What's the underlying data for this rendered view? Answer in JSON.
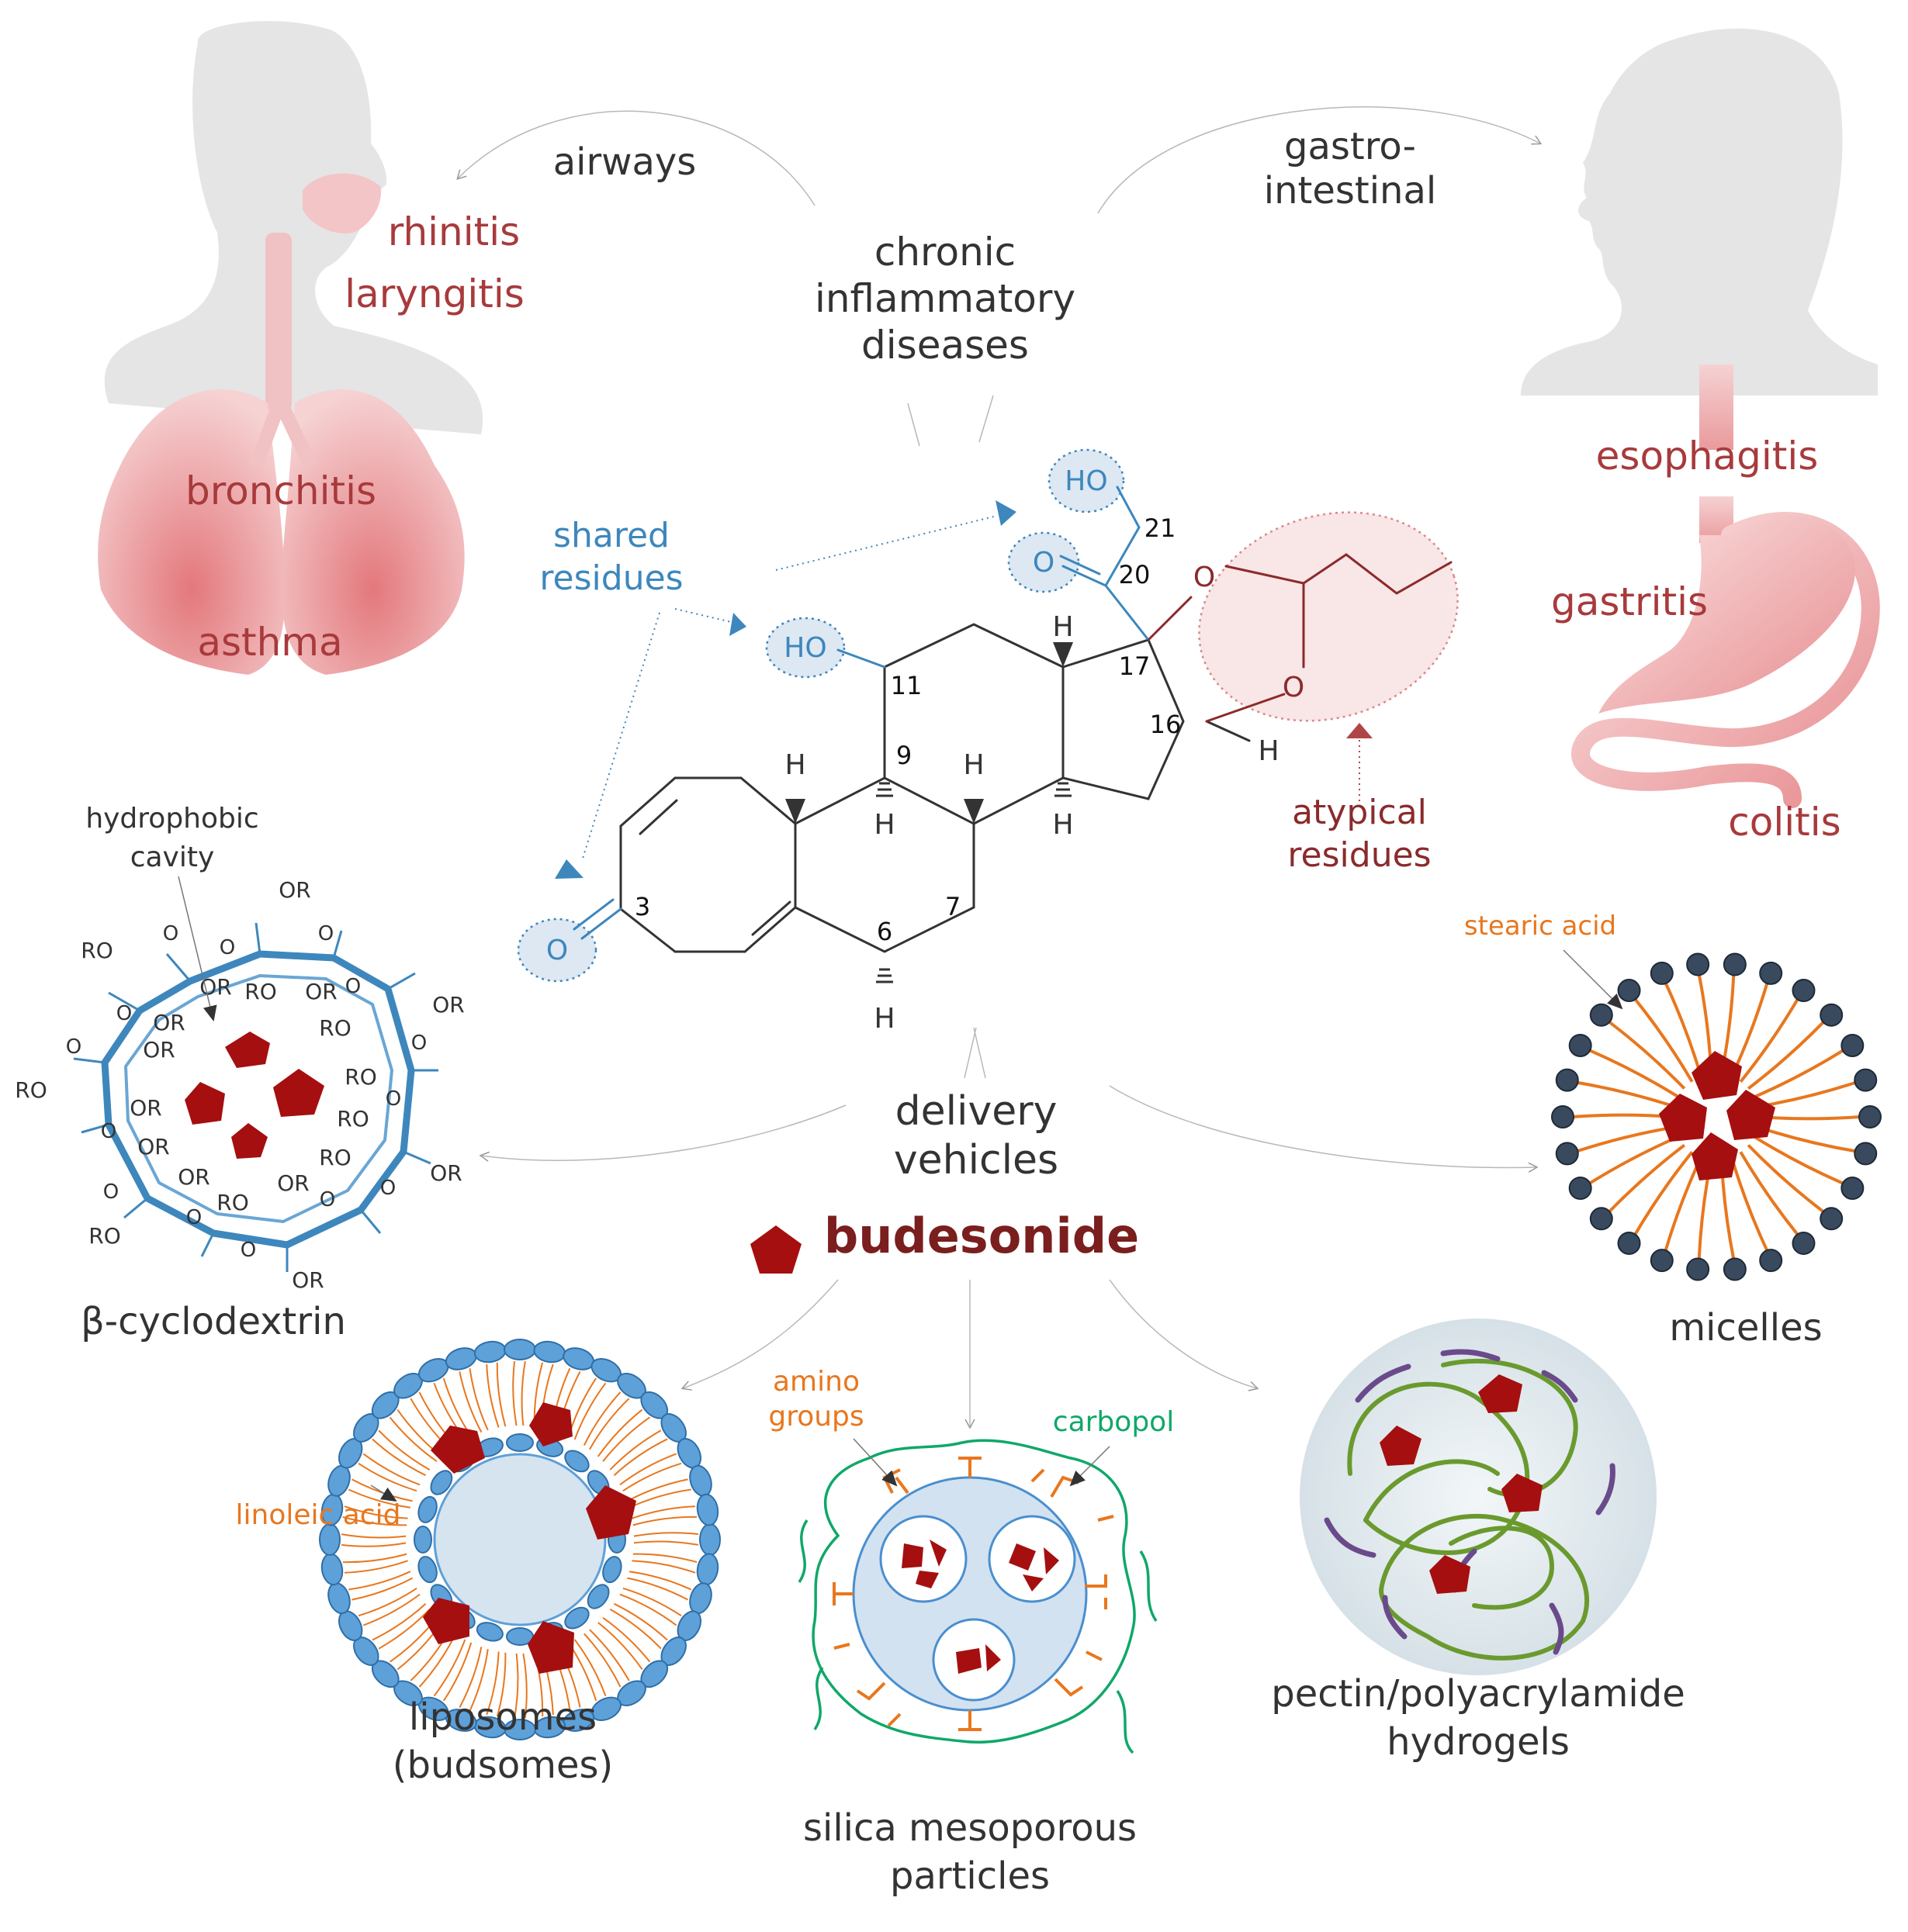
{
  "center": {
    "title_lines": [
      "chronic",
      "inflammatory",
      "diseases"
    ]
  },
  "routes": {
    "airways": "airways",
    "gi_lines": [
      "gastro-",
      "intestinal"
    ]
  },
  "airway_diseases": [
    "rhinitis",
    "laryngitis",
    "bronchitis",
    "asthma"
  ],
  "gi_diseases": [
    "esophagitis",
    "gastritis",
    "colitis"
  ],
  "molecule": {
    "shared_lines": [
      "shared",
      "residues"
    ],
    "atypical_lines": [
      "atypical",
      "residues"
    ],
    "atoms": {
      "ho": "HO",
      "o": "O",
      "h": "H"
    },
    "numbers": [
      "3",
      "6",
      "7",
      "9",
      "11",
      "16",
      "17",
      "20",
      "21"
    ]
  },
  "delivery": {
    "title_lines": [
      "delivery",
      "vehicles"
    ],
    "drug": "budesonide",
    "cyclodextrin": {
      "label": "β-cyclodextrin",
      "cavity_lines": [
        "hydrophobic",
        "cavity"
      ],
      "or": "OR",
      "ro": "RO",
      "o": "O"
    },
    "micelles": {
      "label": "micelles",
      "tail": "stearic acid"
    },
    "liposomes": {
      "label_lines": [
        "liposomes",
        "(budsomes)"
      ],
      "tail": "linoleic acid"
    },
    "silica": {
      "label_lines": [
        "silica mesoporous",
        "particles"
      ],
      "amino_lines": [
        "amino",
        "groups"
      ],
      "carbopol": "carbopol"
    },
    "hydrogel": {
      "label_lines": [
        "pectin/polyacrylamide",
        "hydrogels"
      ]
    }
  },
  "colors": {
    "disease": "#a83a3c",
    "shared": "#3d87bd",
    "atypical": "#8b2a2c",
    "drug": "#a50f0f",
    "orange": "#e8771e",
    "green": "#0fa868",
    "blue_sphere": "#5ea0d8",
    "micelle_head": "#3a4a5e",
    "text_dark": "#333333"
  }
}
